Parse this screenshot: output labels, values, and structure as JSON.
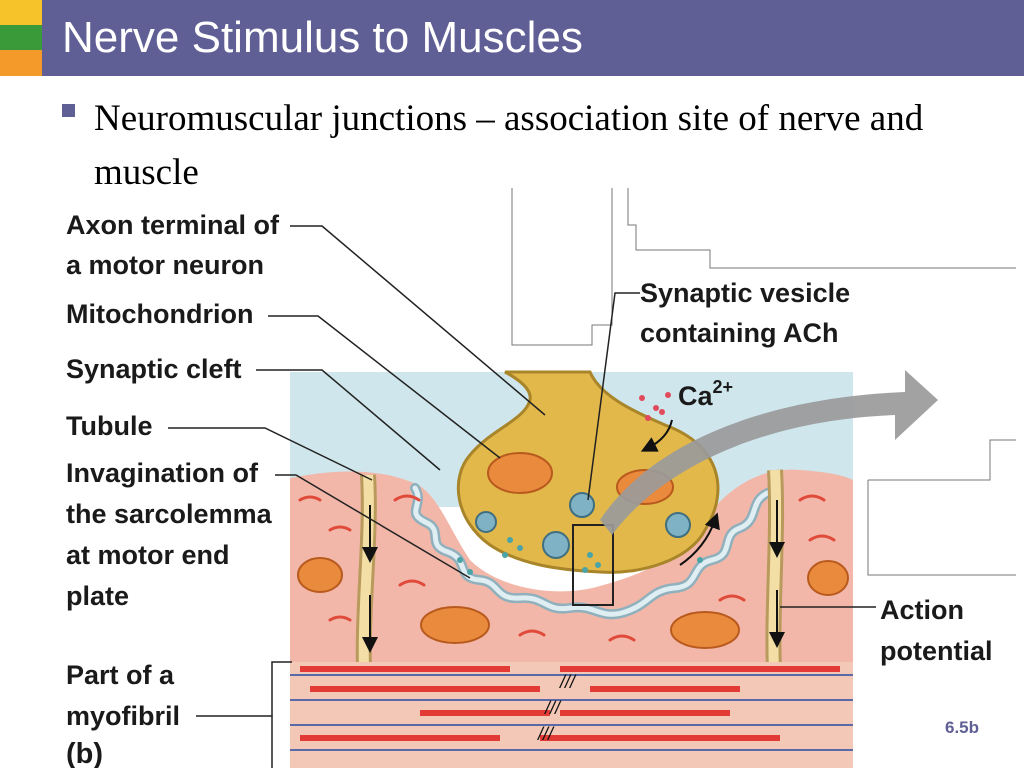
{
  "slide": {
    "title": "Nerve Stimulus to Muscles",
    "bullet": "Neuromuscular junctions – association site of nerve and muscle"
  },
  "diagram": {
    "labels": {
      "axon_terminal_1": "Axon terminal of",
      "axon_terminal_2": "a motor neuron",
      "mitochondrion": "Mitochondrion",
      "synaptic_cleft": "Synaptic cleft",
      "tubule": "Tubule",
      "invagination_1": "Invagination of",
      "invagination_2": "the sarcolemma",
      "invagination_3": "at motor end",
      "invagination_4": "plate",
      "myofibril_1": "Part of a",
      "myofibril_2": "myofibril",
      "panel": "(b)",
      "vesicle_1": "Synaptic vesicle",
      "vesicle_2": "containing ACh",
      "calcium": "Ca",
      "calcium_sup": "2+",
      "action_1": "Action",
      "action_2": "potential",
      "figure_ref": "6.5b"
    },
    "colors": {
      "header": "#5f5f96",
      "extracellular": "#cfe6ec",
      "muscle": "#f2b7a8",
      "axon": "#e3b84a",
      "mitochondrion": "#ea8a3c",
      "myofibril_red": "#e23b35",
      "arrow_gray": "#9a9a9a"
    }
  }
}
